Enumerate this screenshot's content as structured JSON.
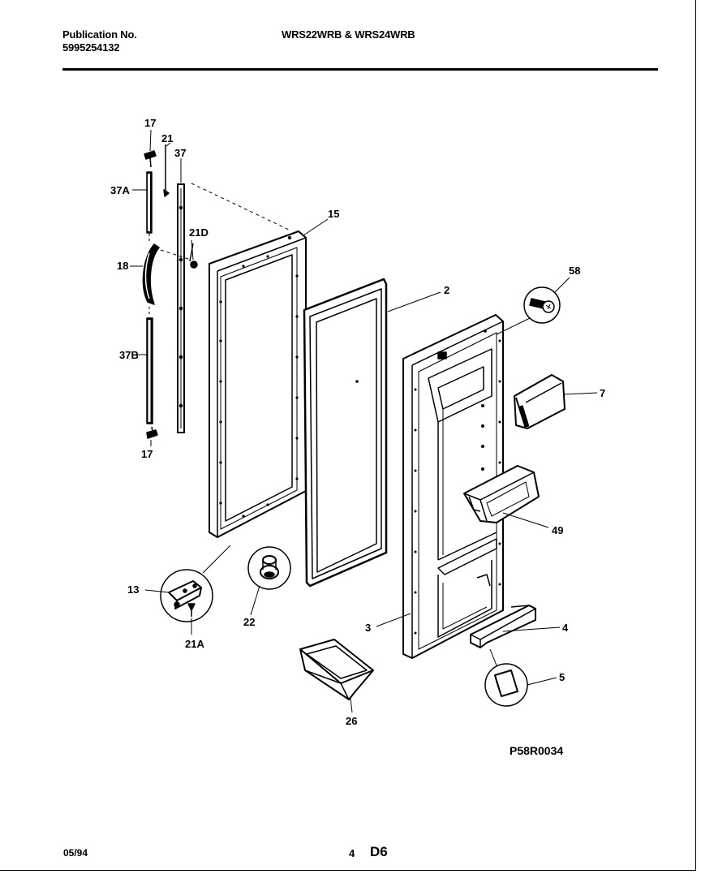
{
  "header": {
    "publication_label": "Publication No.",
    "publication_number": "5995254132",
    "models": "WRS22WRB & WRS24WRB"
  },
  "diagram": {
    "part_labels": {
      "p17_top": "17",
      "p21": "21",
      "p37": "37",
      "p37A": "37A",
      "p21D": "21D",
      "p15": "15",
      "p18": "18",
      "p2": "2",
      "p58": "58",
      "p37B": "37B",
      "p7": "7",
      "p17_bottom": "17",
      "p49": "49",
      "p13": "13",
      "p22": "22",
      "p21A": "21A",
      "p3": "3",
      "p4": "4",
      "p5": "5",
      "p26": "26"
    },
    "drawing_code": "P58R0034"
  },
  "footer": {
    "date": "05/94",
    "page_number": "4",
    "section": "D6"
  }
}
